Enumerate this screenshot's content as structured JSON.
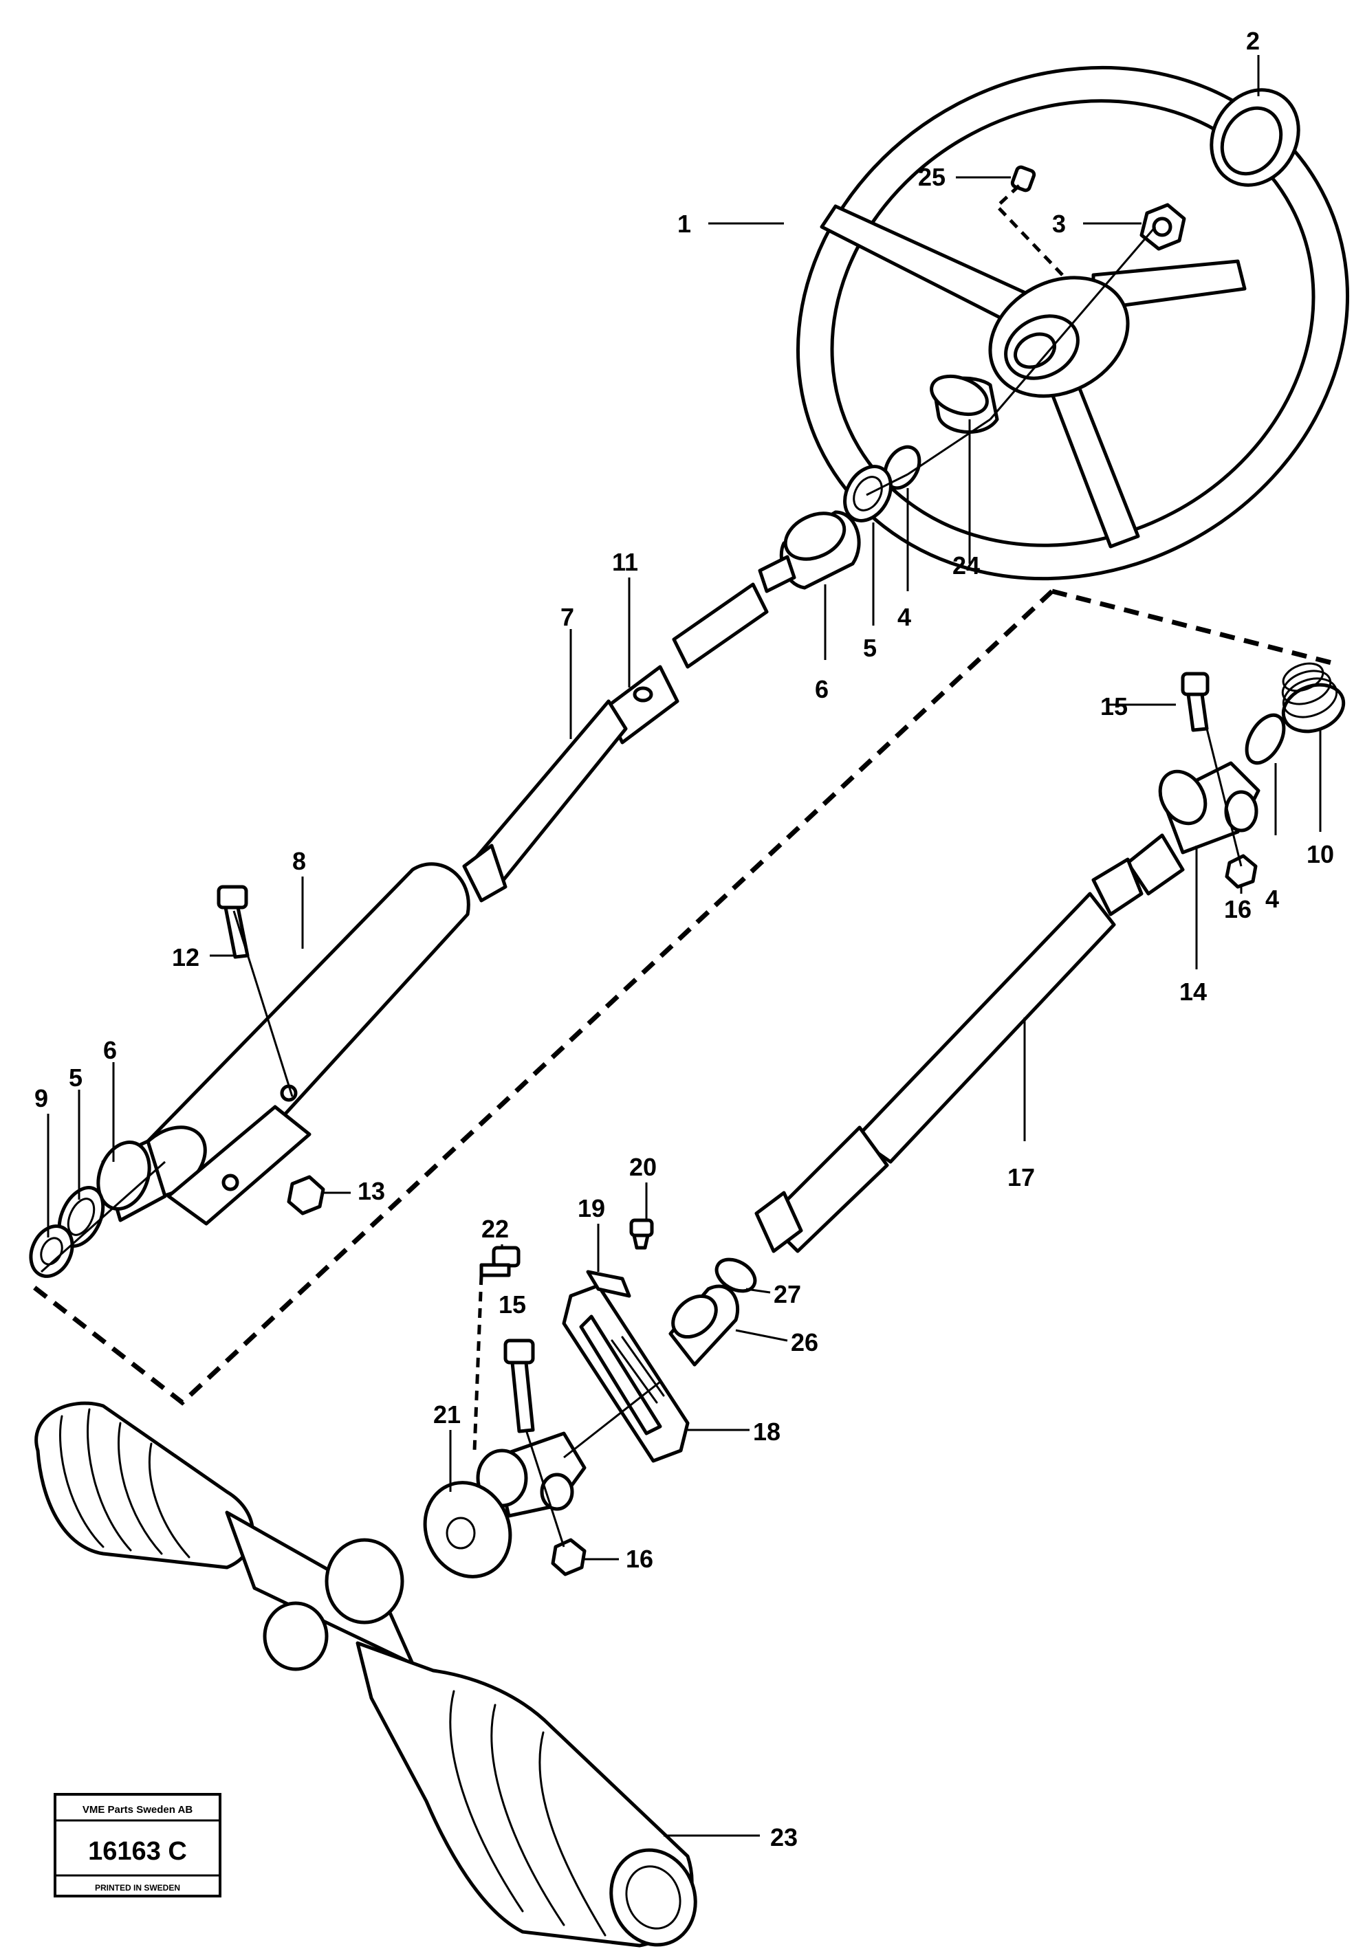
{
  "diagram": {
    "callouts": [
      "1",
      "2",
      "3",
      "4",
      "5",
      "6",
      "7",
      "8",
      "9",
      "10",
      "11",
      "12",
      "13",
      "14",
      "15",
      "16",
      "17",
      "18",
      "19",
      "20",
      "21",
      "22",
      "23",
      "24",
      "25",
      "26",
      "27"
    ]
  },
  "stamp": {
    "company": "VME Parts Sweden AB",
    "number": "16163 C",
    "printed": "PRINTED IN SWEDEN"
  }
}
